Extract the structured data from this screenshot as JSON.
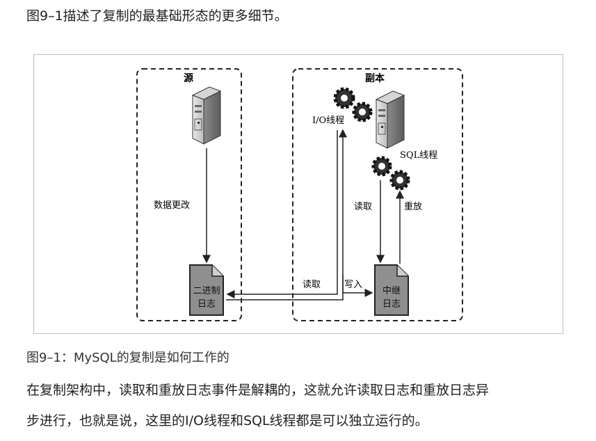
{
  "intro": "图9–1描述了复制的最基础形态的更多细节。",
  "figure": {
    "source_title": "源",
    "replica_title": "副本",
    "data_changes": "数据更改",
    "binlog_line1": "二进制",
    "binlog_line2": "日志",
    "read_label": "读取",
    "write_label": "写入",
    "relay_line1": "中继",
    "relay_line2": "日志",
    "io_thread": "I/O线程",
    "sql_thread": "SQL线程",
    "replica_read": "读取",
    "replay": "重放"
  },
  "caption": "图9–1：MySQL的复制是如何工作的",
  "body": [
    "在复制架构中，读取和重放日志事件是解耦的，这就允许读取日志和重放日志异",
    "步进行，也就是说，这里的I/O线程和SQL线程都是可以独立运行的。"
  ]
}
